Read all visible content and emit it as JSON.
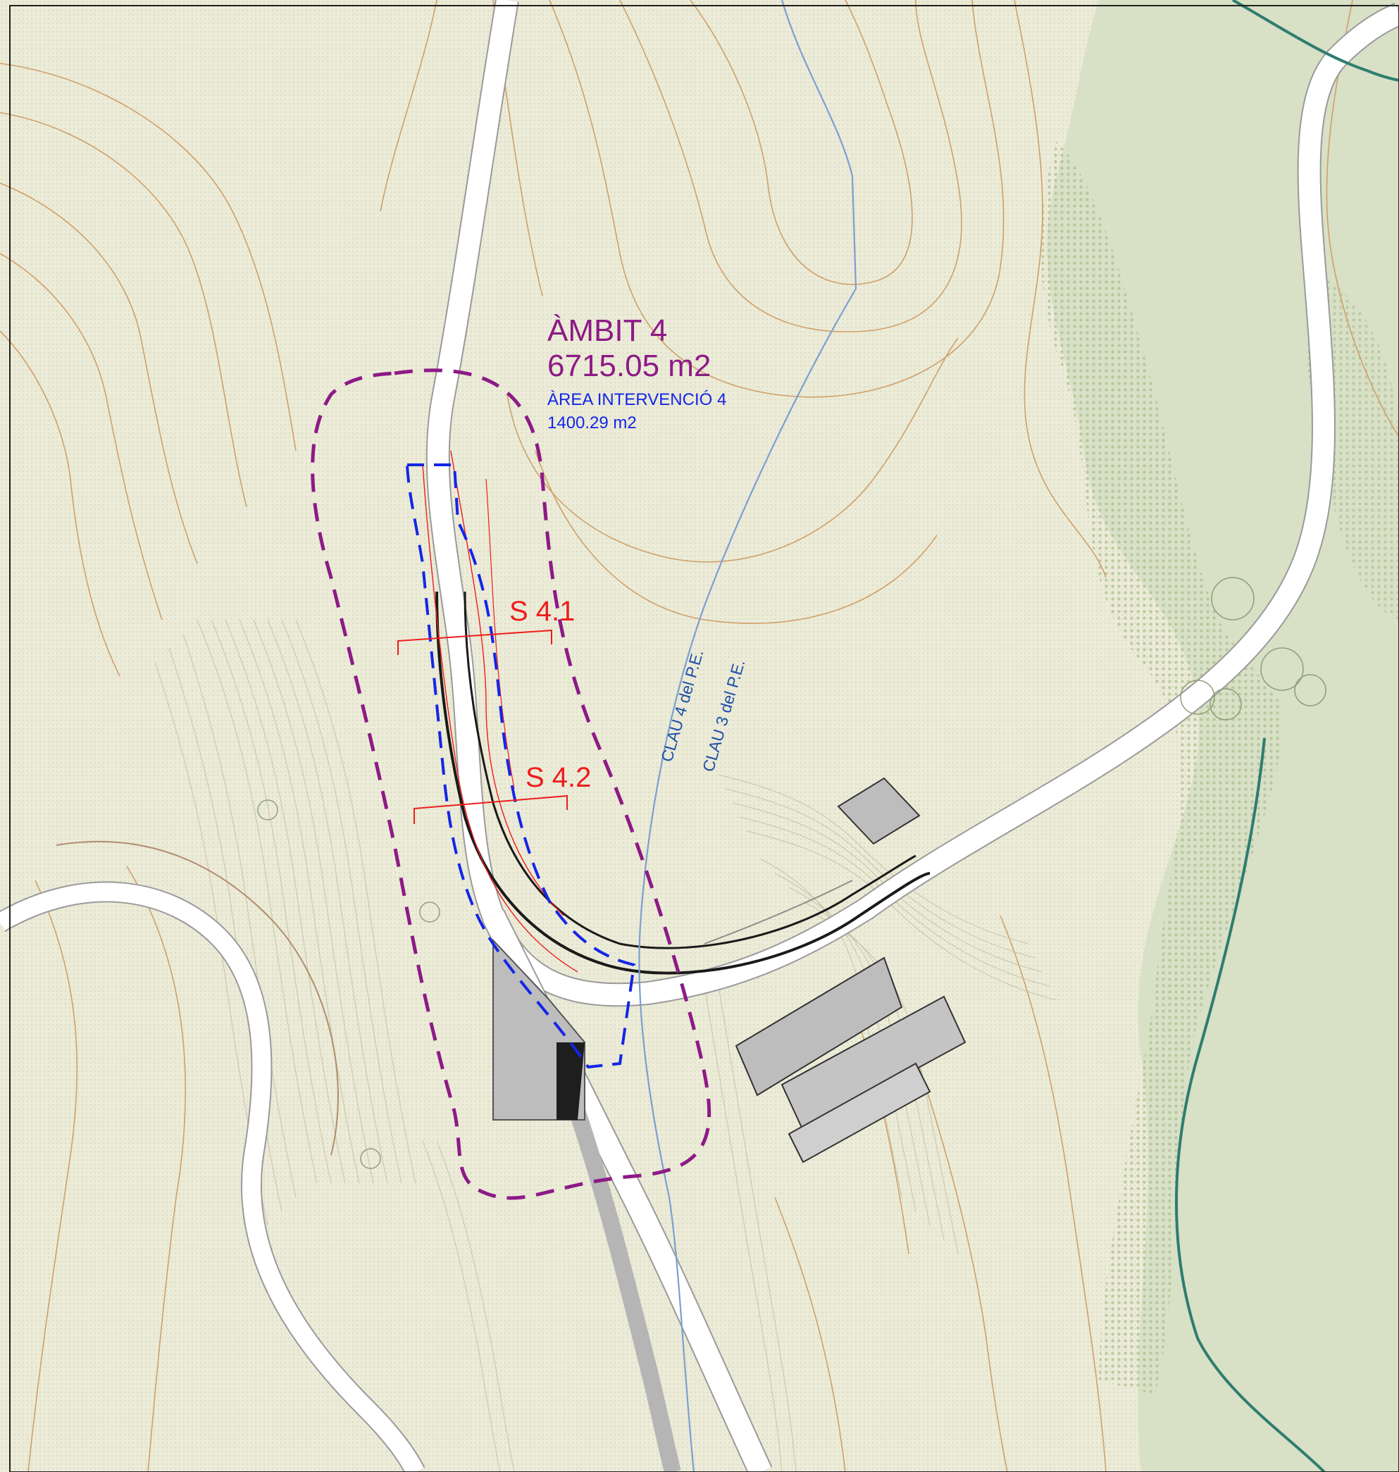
{
  "colors": {
    "terrain": "#ecebd8",
    "contour": "#cfa06a",
    "vegetation": "#d2dcc2",
    "road": "#ffffff",
    "road_edge": "#8c8c8c",
    "ambit_boundary": "#8d1a86",
    "intervention_boundary": "#1426e6",
    "section_line": "#ee1c1c",
    "stream": "#7aa0d0",
    "river": "#2e7d70",
    "building": "#bdbdbd"
  },
  "ambit": {
    "title": "ÀMBIT 4",
    "area": "6715.05 m2"
  },
  "intervention": {
    "title": "ÀREA INTERVENCIÓ 4",
    "area": "1400.29 m2"
  },
  "sections": [
    {
      "label": "S 4.1"
    },
    {
      "label": "S 4.2"
    }
  ],
  "keys": [
    {
      "label": "CLAU 4 del P.E."
    },
    {
      "label": "CLAU 3 del P.E."
    }
  ]
}
